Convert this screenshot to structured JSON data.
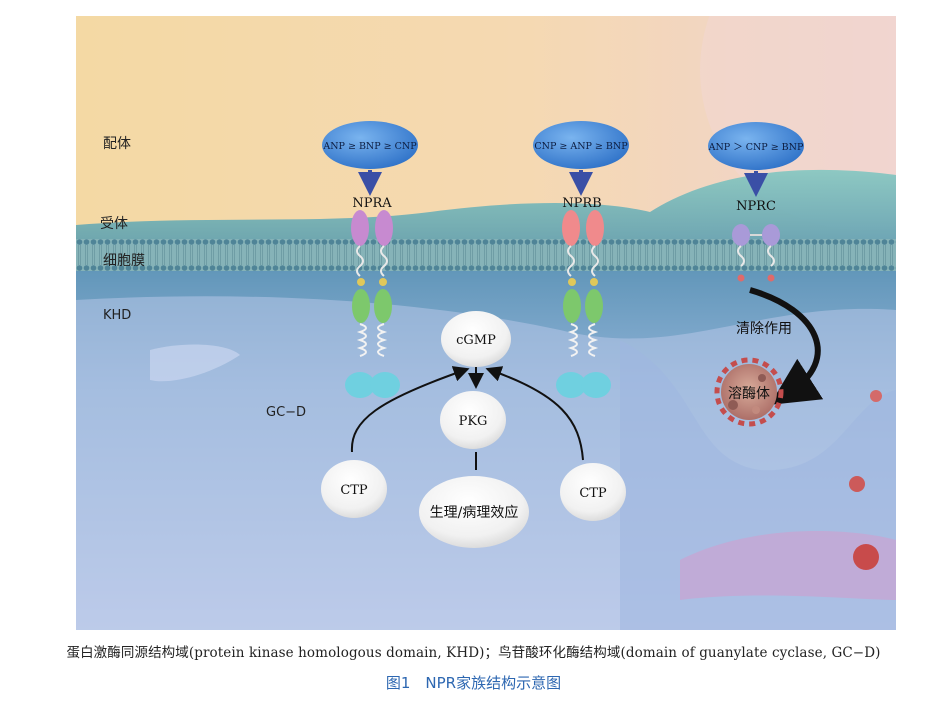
{
  "labels": {
    "ligand": "配体",
    "receptor": "受体",
    "membrane": "细胞膜",
    "khd": "KHD",
    "gcd": "GC−D"
  },
  "ligands": {
    "npra": "ANP ≥ BNP ≥ CNP",
    "nprb": "CNP ≥ ANP ≥ BNP",
    "nprc": "ANP ＞ CNP ≥ BNP"
  },
  "receptors": {
    "npra": "NPRA",
    "nprb": "NPRB",
    "nprc": "NPRC"
  },
  "pathway": {
    "cgmp": "cGMP",
    "pkg": "PKG",
    "ctp_left": "CTP",
    "ctp_right": "CTP",
    "effect": "生理/病理效应"
  },
  "clearance": {
    "label": "清除作用",
    "lysosome": "溶酶体"
  },
  "caption": {
    "text": "蛋白激酶同源结构域(protein kinase homologous domain, KHD)；鸟苷酸环化酶结构域(domain of guanylate cyclase, GC−D)",
    "title": "图1　NPR家族结构示意图"
  },
  "colors": {
    "caption_title": "#2d67b1",
    "arrow_blue": "#3a4fa6",
    "ligand_blue": "#2f72c8"
  }
}
